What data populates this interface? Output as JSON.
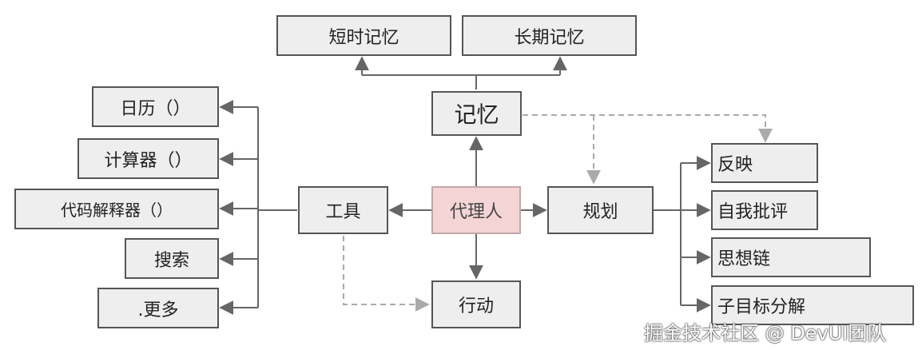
{
  "nodes": {
    "short_term_memory": "短时记忆",
    "long_term_memory": "长期记忆",
    "memory": "记忆",
    "agent": "代理人",
    "tools": "工具",
    "planning": "规划",
    "action": "行动",
    "calendar": "日历（）",
    "calculator": "计算器（）",
    "code_interpreter": "代码解释器（）",
    "search": "搜索",
    "more": ".更多",
    "reflection": "反映",
    "self_critique": "自我批评",
    "chain_of_thought": "思想链",
    "subgoal_decomposition": "子目标分解"
  },
  "watermark": "掘金技术社区 @ DevUI团队",
  "colors": {
    "box_fill": "#eeeeee",
    "box_border": "#555555",
    "agent_fill": "#f5d4d6",
    "arrow": "#666666",
    "dashed_arrow": "#aaaaaa"
  }
}
